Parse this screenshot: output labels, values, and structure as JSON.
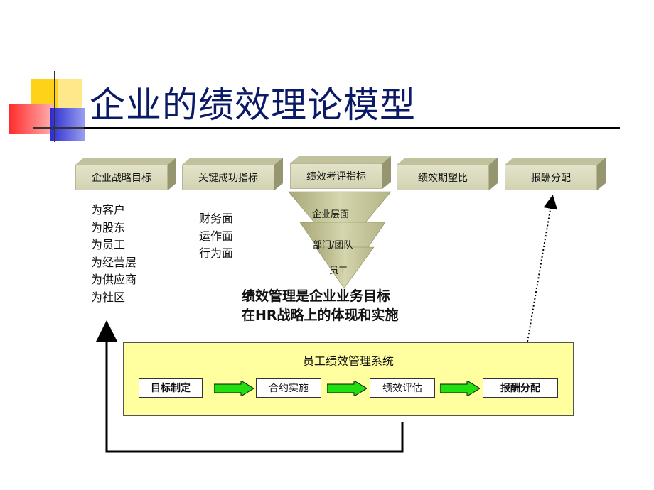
{
  "title": "企业的绩效理论模型",
  "top_boxes": [
    {
      "label": "企业战略目标"
    },
    {
      "label": "关键成功指标"
    },
    {
      "label": "绩效考评指标"
    },
    {
      "label": "绩效期望比"
    },
    {
      "label": "报酬分配"
    }
  ],
  "strategy_targets": [
    "为客户",
    "为股东",
    "为员工",
    "为经营层",
    "为供应商",
    "为社区"
  ],
  "key_success_items": [
    "财务面",
    "运作面",
    "行为面"
  ],
  "funnel_levels": [
    "企业层面",
    "部门/团队",
    "员工"
  ],
  "statement": {
    "line1": "绩效管理是企业业务目标",
    "line2": "在HR战略上的体现和实施"
  },
  "system": {
    "title": "员工绩效管理系统",
    "steps": [
      "目标制定",
      "合约实施",
      "绩效评估",
      "报酬分配"
    ]
  },
  "colors": {
    "title": "#0b1a66",
    "box_face": "#d8d8bb",
    "system_bg": "#ffff9f",
    "arrow_green": "#22e010",
    "funnel": "#c8c890"
  }
}
